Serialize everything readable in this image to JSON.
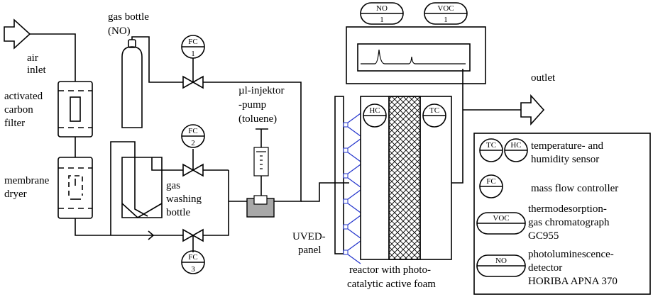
{
  "labels": {
    "air_inlet_1": "air",
    "air_inlet_2": "inlet",
    "gas_bottle_1": "gas bottle",
    "gas_bottle_2": "(NO)",
    "filter_1": "activated",
    "filter_2": "carbon",
    "filter_3": "filter",
    "dryer_1": "membrane",
    "dryer_2": "dryer",
    "washing_1": "gas",
    "washing_2": "washing",
    "washing_3": "bottle",
    "injector_1": "µl-injektor",
    "injector_2": "-pump",
    "injector_3": "(toluene)",
    "uved_1": "UVED-",
    "uved_2": "panel",
    "reactor_1": "reactor with photo-",
    "reactor_2": "catalytic active foam",
    "outlet": "outlet"
  },
  "instruments": {
    "fc": "FC",
    "fc1_num": "1",
    "fc2_num": "2",
    "fc3_num": "3",
    "hc": "HC",
    "tc": "TC",
    "no": "NO",
    "no_num": "1",
    "voc": "VOC",
    "voc_num": "1"
  },
  "legend": {
    "tc": "TC",
    "hc": "HC",
    "sensor_1": "temperature- and",
    "sensor_2": "humidity sensor",
    "fc": "FC",
    "fc_text": "mass flow controller",
    "voc": "VOC",
    "voc_1": "thermodesorption-",
    "voc_2": "gas chromatograph",
    "voc_3": "GC955",
    "no": "NO",
    "no_1": "photoluminescence-",
    "no_2": "detector",
    "no_3": "HORIBA APNA 370"
  },
  "colors": {
    "line": "#000000",
    "uv_light": "#2233cc",
    "injection_vessel": "#a8a8a8"
  }
}
